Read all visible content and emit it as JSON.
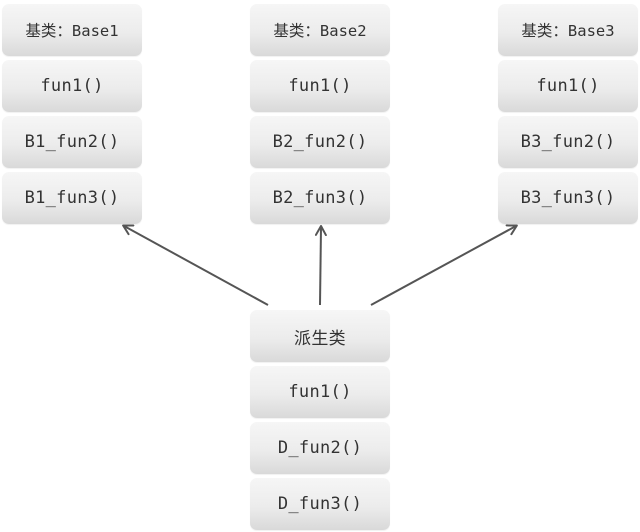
{
  "base_classes": [
    {
      "id": "base1",
      "title": "基类：Base1",
      "methods": [
        "fun1()",
        "B1_fun2()",
        "B1_fun3()"
      ]
    },
    {
      "id": "base2",
      "title": "基类：Base2",
      "methods": [
        "fun1()",
        "B2_fun2()",
        "B2_fun3()"
      ]
    },
    {
      "id": "base3",
      "title": "基类：Base3",
      "methods": [
        "fun1()",
        "B3_fun2()",
        "B3_fun3()"
      ]
    }
  ],
  "derived_class": {
    "title": "派生类",
    "methods": [
      "fun1()",
      "D_fun2()",
      "D_fun3()"
    ]
  },
  "colors": {
    "box_top": "#f6f6f6",
    "box_bottom": "#d9d9d9",
    "text": "#333333",
    "arrow": "#555555"
  }
}
